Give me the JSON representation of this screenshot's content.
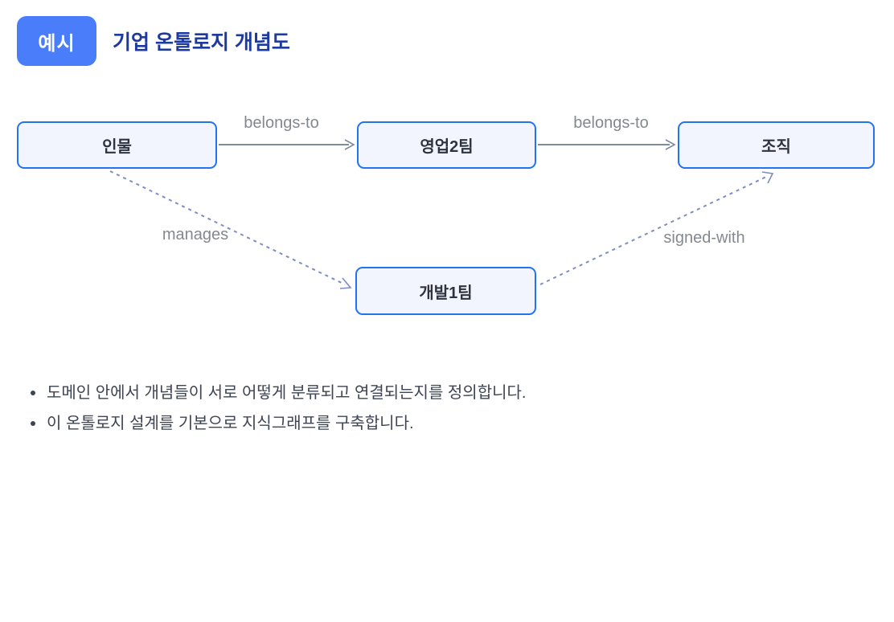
{
  "header": {
    "badge": "예시",
    "title": "기업 온톨로지 개념도"
  },
  "diagram": {
    "nodes": [
      {
        "id": "person",
        "label": "인물"
      },
      {
        "id": "sales-team-2",
        "label": "영업2팀"
      },
      {
        "id": "organization",
        "label": "조직"
      },
      {
        "id": "dev-team-1",
        "label": "개발1팀"
      }
    ],
    "edges": [
      {
        "from": "person",
        "to": "sales-team-2",
        "label": "belongs-to",
        "style": "solid"
      },
      {
        "from": "sales-team-2",
        "to": "organization",
        "label": "belongs-to",
        "style": "solid"
      },
      {
        "from": "person",
        "to": "dev-team-1",
        "label": "manages",
        "style": "dashed"
      },
      {
        "from": "dev-team-1",
        "to": "organization",
        "label": "signed-with",
        "style": "dashed"
      }
    ]
  },
  "notes": {
    "items": [
      "도메인 안에서 개념들이 서로 어떻게 분류되고 연결되는지를 정의합니다.",
      "이 온톨로지 설계를 기본으로 지식그래프를 구축합니다."
    ]
  },
  "colors": {
    "badge_bg": "#4a7dfa",
    "title": "#1d3a9e",
    "node_border": "#2173f2",
    "node_fill": "#f2f5fd",
    "node_text": "#2e3340",
    "solid_edge": "#7d8aa1",
    "dashed_edge": "#7e8cc0",
    "edge_label": "#84888f",
    "note_text": "#3e4453"
  }
}
